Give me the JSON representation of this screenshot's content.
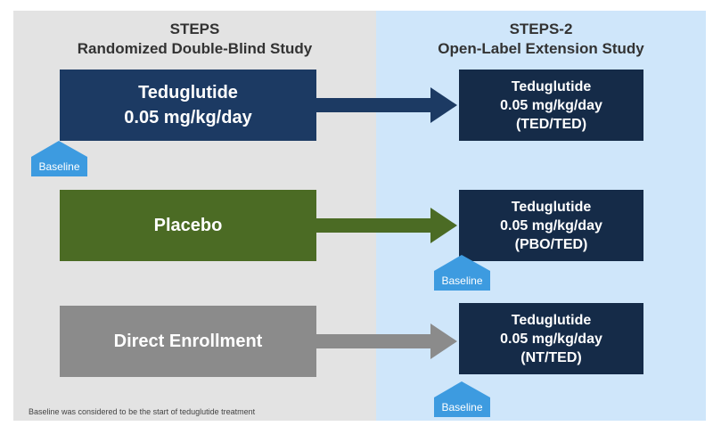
{
  "left_header": {
    "title": "STEPS",
    "subtitle": "Randomized Double-Blind Study"
  },
  "right_header": {
    "title": "STEPS-2",
    "subtitle": "Open-Label Extension Study"
  },
  "left_boxes": [
    {
      "line1": "Teduglutide",
      "line2": "0.05 mg/kg/day",
      "color": "#1c3a63"
    },
    {
      "line1": "Placebo",
      "line2": "",
      "color": "#4b6b24"
    },
    {
      "line1": "Direct Enrollment",
      "line2": "",
      "color": "#8b8b8b"
    }
  ],
  "right_boxes": [
    {
      "line1": "Teduglutide",
      "line2": "0.05 mg/kg/day",
      "line3": "(TED/TED)"
    },
    {
      "line1": "Teduglutide",
      "line2": "0.05 mg/kg/day",
      "line3": "(PBO/TED)"
    },
    {
      "line1": "Teduglutide",
      "line2": "0.05 mg/kg/day",
      "line3": "(NT/TED)"
    }
  ],
  "baseline_label": "Baseline",
  "footnote": "Baseline was considered to be the start of teduglutide treatment"
}
